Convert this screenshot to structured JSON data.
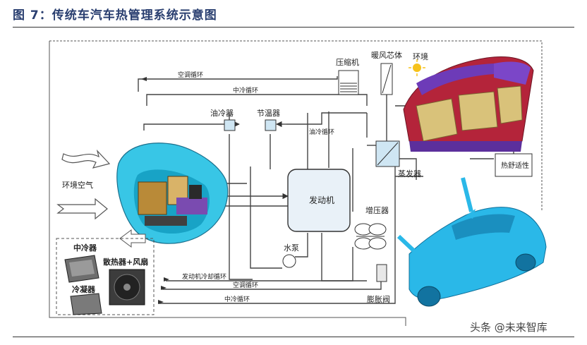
{
  "title": "图 7：传统车汽车热管理系统示意图",
  "labels": {
    "compressor": "压缩机",
    "heater_core": "暖风芯体",
    "environment": "环境",
    "ac_loop_top": "空调循环",
    "intercool_loop_top": "中冷循环",
    "oil_cooler": "油冷器",
    "thermostat": "节温器",
    "oil_loop": "油冷循环",
    "evaporator": "蒸发器",
    "thermal_comfort": "热舒适性",
    "ambient_air": "环境空气",
    "engine": "发动机",
    "turbocharger": "增压器",
    "water_pump": "水泵",
    "intercooler": "中冷器",
    "radiator_fan": "散热器+风扇",
    "condenser": "冷凝器",
    "engine_coolant_loop": "发动机冷却循环",
    "ac_loop_bottom": "空调循环",
    "intercool_loop_bottom": "中冷循环",
    "expansion_valve": "膨胀阀"
  },
  "watermark": "头条 @未来智库",
  "colors": {
    "title": "#2a3f70",
    "module_cyan": "#38c6e6",
    "cabin_purple": "#6d3bb8",
    "cabin_red": "#b4243a",
    "car_blue": "#2ab8e8"
  }
}
